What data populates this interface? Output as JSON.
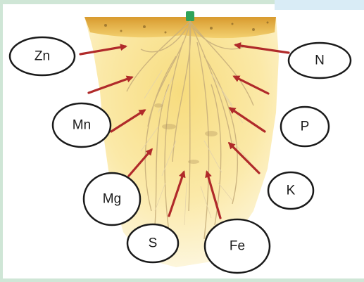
{
  "colors": {
    "frame_border": "#cfe6d6",
    "frame_strip": "#d9ecf6",
    "soil_light": "#fbe9a8",
    "soil_mid": "#f5d56a",
    "topsoil": "#e0a83a",
    "roots": "#d8c49a",
    "root_dark": "#b0925d",
    "arrow": "#b02a2a",
    "ellipse_stroke": "#1a1a1a",
    "sprout": "#2fa35a"
  },
  "nutrients": [
    {
      "id": "zn",
      "label": "Zn"
    },
    {
      "id": "mn",
      "label": "Mn"
    },
    {
      "id": "mg",
      "label": "Mg"
    },
    {
      "id": "s",
      "label": "S"
    },
    {
      "id": "fe",
      "label": "Fe"
    },
    {
      "id": "n",
      "label": "N"
    },
    {
      "id": "p",
      "label": "P"
    },
    {
      "id": "k",
      "label": "K"
    }
  ]
}
